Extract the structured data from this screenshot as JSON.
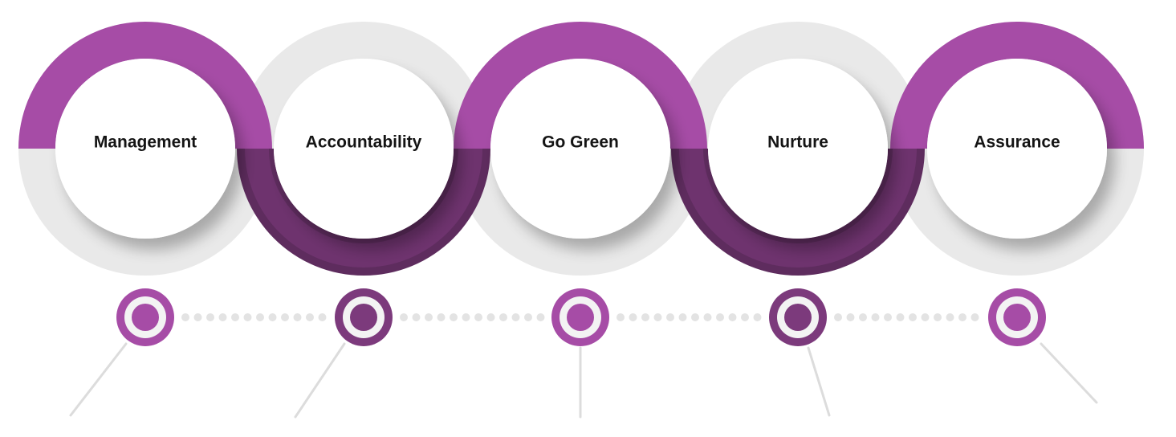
{
  "colors": {
    "purple_light": "#a64ca6",
    "purple_dark": "#7c3a7c",
    "purple_darker": "#5e2c5e",
    "ring_gray": "#e9e9e9",
    "dot_gray": "#e3e3e3",
    "line_gray": "#dcdcdc",
    "text": "#141414"
  },
  "steps": [
    {
      "label": "Management",
      "ring": "purple",
      "ring_side": "top",
      "marker_color": "light"
    },
    {
      "label": "Accountability",
      "ring": "gray",
      "ring_side": "bottom",
      "marker_color": "dark"
    },
    {
      "label": "Go Green",
      "ring": "purple",
      "ring_side": "top",
      "marker_color": "light"
    },
    {
      "label": "Nurture",
      "ring": "gray",
      "ring_side": "bottom",
      "marker_color": "dark"
    },
    {
      "label": "Assurance",
      "ring": "purple",
      "ring_side": "top",
      "marker_color": "light"
    }
  ]
}
